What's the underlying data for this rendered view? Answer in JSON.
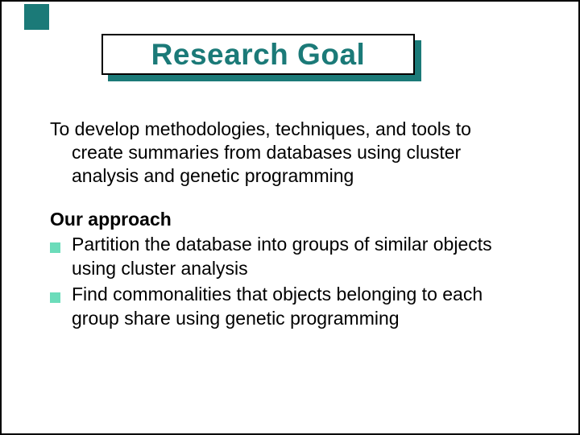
{
  "slide": {
    "title": "Research Goal",
    "paragraph": {
      "lines": [
        "To develop methodologies, techniques, and tools to",
        "create summaries from databases using cluster",
        "analysis and genetic programming"
      ]
    },
    "approach_heading": "Our approach",
    "bullets": [
      {
        "lines": [
          "Partition the database into groups of similar objects",
          "using cluster analysis"
        ]
      },
      {
        "lines": [
          "Find commonalities that objects belonging to each",
          "group share using genetic programming"
        ]
      }
    ],
    "colors": {
      "accent-teal": "#1B7A78",
      "bullet-square": "#6BDCBA",
      "text": "#000000",
      "background": "#FFFFFF",
      "border": "#000000"
    }
  }
}
